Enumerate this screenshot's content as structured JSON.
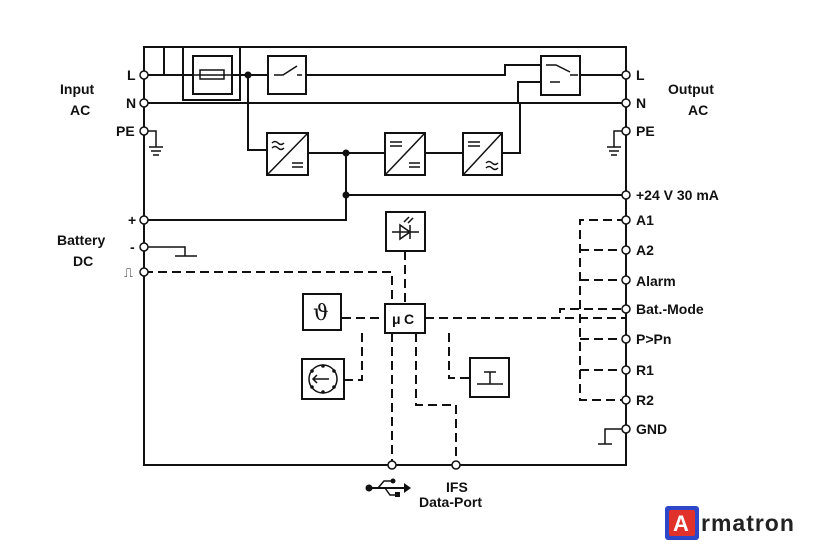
{
  "labels": {
    "input_title_1": "Input",
    "input_title_2": "AC",
    "output_title_1": "Output",
    "output_title_2": "AC",
    "battery_title_1": "Battery",
    "battery_title_2": "DC",
    "left_L": "L",
    "left_N": "N",
    "left_PE": "PE",
    "right_L": "L",
    "right_N": "N",
    "right_PE": "PE",
    "bat_plus": "+",
    "bat_minus": "-",
    "bat_signal": "⎍",
    "supply_24v": "+24 V 30 mA",
    "a1": "A1",
    "a2": "A2",
    "alarm": "Alarm",
    "bat_mode": "Bat.-Mode",
    "p_pn": "P>Pn",
    "r1": "R1",
    "r2": "R2",
    "gnd": "GND",
    "mu": "μ",
    "c": "C",
    "temp_symbol": "ϑ",
    "ifs_1": "IFS",
    "ifs_2": "Data-Port"
  },
  "logo": {
    "letter": "A",
    "rest": "rmatron",
    "accent_color": "#e0322a",
    "frame_color": "#2d47c8"
  },
  "icons": [
    "fuse-icon",
    "switch-icon",
    "ac-dc-converter-icon",
    "dc-dc-converter-icon",
    "dc-ac-inverter-icon",
    "led-icon",
    "thermometer-icon",
    "rotary-switch-icon",
    "push-button-icon",
    "usb-icon",
    "ground-icon"
  ]
}
